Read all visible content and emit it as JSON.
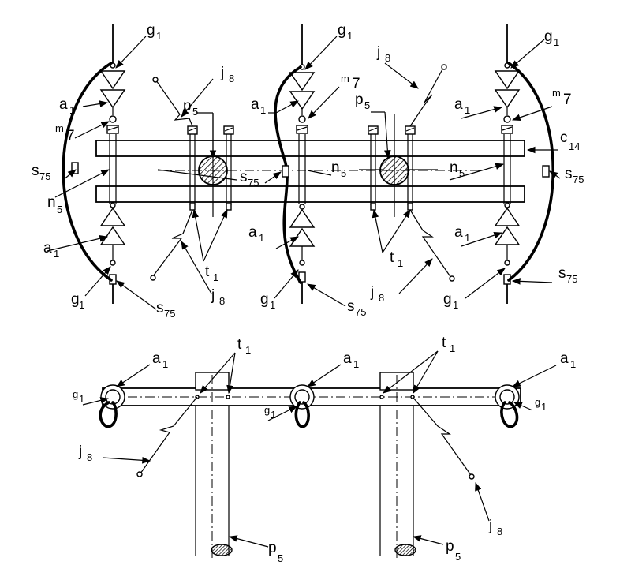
{
  "labels": {
    "g": "g",
    "g_sub": "1",
    "a": "a",
    "a_sub": "1",
    "m": "m",
    "m_sub": "7",
    "j": "j",
    "j_sub": "8",
    "p": "p",
    "p_sub": "5",
    "c": "c",
    "c_sub": "14",
    "s": "s",
    "s_sub": "75",
    "n": "n",
    "n_sub": "5",
    "t": "t",
    "t_sub": "1"
  },
  "colors": {
    "ink": "#000000",
    "paper": "#ffffff",
    "hatch": "#555555"
  }
}
